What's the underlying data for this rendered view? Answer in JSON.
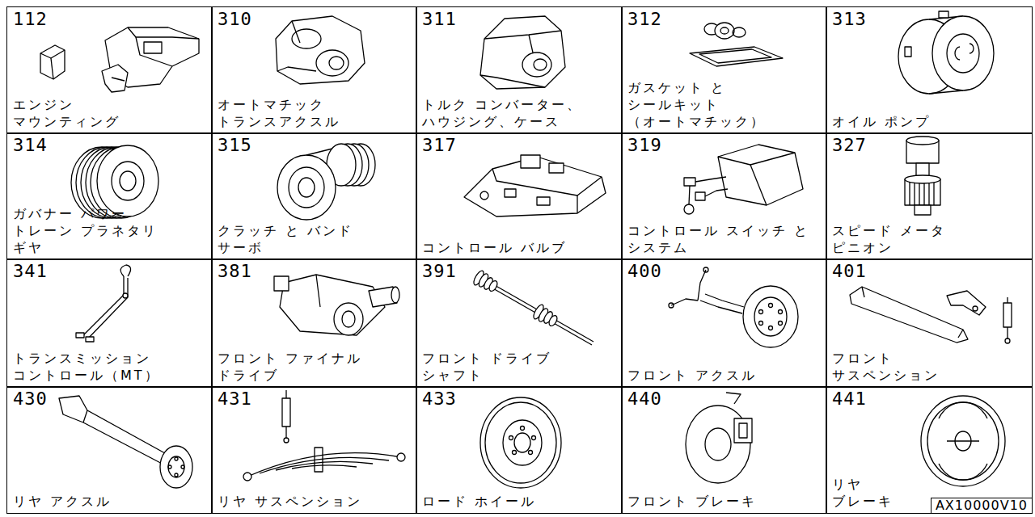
{
  "diagram": {
    "nodes": [
      {
        "text": [
          "112",
          "エンジン マウンティング"
        ]
      },
      {
        "text": [
          "310",
          "オートマチック トランスアクスル"
        ]
      },
      {
        "text": [
          "311",
          "トルク コンバーター、 ハウジング、ケース"
        ]
      },
      {
        "text": [
          "312",
          "ガスケット と シールキット （オートマチック）"
        ]
      },
      {
        "text": [
          "313",
          "オイル ポンプ"
        ]
      },
      {
        "text": [
          "314",
          "ガバナー パワー トレーン プラネタリ ギヤ"
        ]
      },
      {
        "text": [
          "315",
          "クラッチ と バンド サーボ"
        ]
      },
      {
        "text": [
          "317",
          "コントロール バルブ"
        ]
      },
      {
        "text": [
          "319",
          "コントロール スイッチ と システム"
        ]
      },
      {
        "text": [
          "327",
          "スピード メータ ピニオン"
        ]
      },
      {
        "text": [
          "341",
          "トランスミッション コントロール（MT）"
        ]
      },
      {
        "text": [
          "381",
          "フロント ファイナル ドライブ"
        ]
      },
      {
        "text": [
          "391",
          "フロント ドライブ シャフト"
        ]
      },
      {
        "text": [
          "400",
          "フロント アクスル"
        ]
      },
      {
        "text": [
          "401",
          "フロント サスペンション"
        ]
      },
      {
        "text": [
          "430",
          "リヤ アクスル"
        ]
      },
      {
        "text": [
          "431",
          "リヤ サスペンション"
        ]
      },
      {
        "text": [
          "433",
          "ロード ホイール"
        ]
      },
      {
        "text": [
          "440",
          "フロント ブレーキ"
        ]
      },
      {
        "text": [
          "441",
          "リヤ ブレーキ"
        ]
      },
      {
        "text": [
          "AX10000V10"
        ],
        "in": 19
      }
    ]
  }
}
